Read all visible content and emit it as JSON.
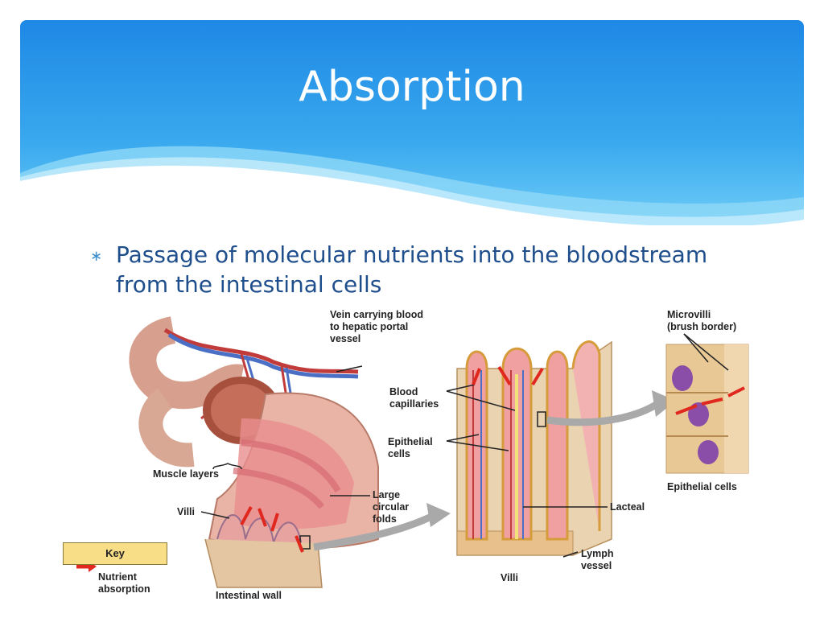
{
  "slide": {
    "title": "Absorption",
    "bullet_mark": "∗",
    "bullet_text": "Passage of molecular nutrients into the bloodstream from the intestinal cells"
  },
  "figure": {
    "labels": {
      "vein": "Vein carrying blood\nto hepatic portal\nvessel",
      "muscle_layers": "Muscle layers",
      "villi_left": "Villi",
      "large_circular_folds": "Large\ncircular\nfolds",
      "intestinal_wall": "Intestinal wall",
      "blood_capillaries": "Blood\ncapillaries",
      "epithelial_cells_mid": "Epithelial\ncells",
      "lacteal": "Lacteal",
      "lymph_vessel": "Lymph\nvessel",
      "villi_bottom": "Villi",
      "microvilli": "Microvilli\n(brush border)",
      "epithelial_cells_right": "Epithelial cells"
    },
    "key": {
      "title": "Key",
      "item": "Nutrient\nabsorption"
    }
  },
  "colors": {
    "header_top": "#1e88e5",
    "header_bottom": "#5cc4f5",
    "bullet_text": "#1f4e8c",
    "arrow_red": "#e0281e",
    "key_fill": "#f8de86"
  }
}
